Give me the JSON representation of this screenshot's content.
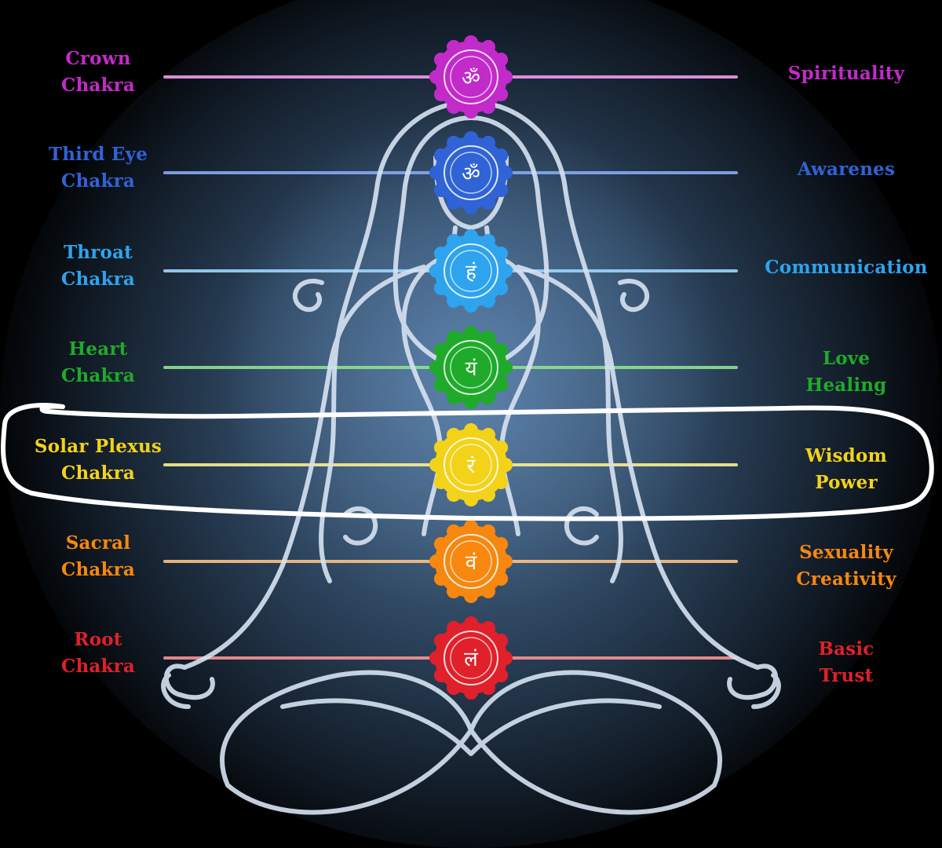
{
  "chakras": [
    {
      "left_label": [
        "Crown",
        "Chakra"
      ],
      "right_label": [
        "Spirituality"
      ],
      "color": "#c22ac9",
      "light": "#ef9af0",
      "glyph": "ॐ"
    },
    {
      "left_label": [
        "Third Eye",
        "Chakra"
      ],
      "right_label": [
        "Awarenes"
      ],
      "color": "#2f63d6",
      "light": "#8aa8f2",
      "glyph": "ॐ"
    },
    {
      "left_label": [
        "Throat",
        "Chakra"
      ],
      "right_label": [
        "Communication"
      ],
      "color": "#2ea3ee",
      "light": "#9fd6fb",
      "glyph": "हं"
    },
    {
      "left_label": [
        "Heart",
        "Chakra"
      ],
      "right_label": [
        "Love",
        "Healing"
      ],
      "color": "#1faa2b",
      "light": "#8fe08f",
      "glyph": "यं"
    },
    {
      "left_label": [
        "Solar Plexus",
        "Chakra"
      ],
      "right_label": [
        "Wisdom",
        "Power"
      ],
      "color": "#f3d21a",
      "light": "#fbef8e",
      "glyph": "रं"
    },
    {
      "left_label": [
        "Sacral",
        "Chakra"
      ],
      "right_label": [
        "Sexuality",
        "Creativity"
      ],
      "color": "#f7870f",
      "light": "#fcc183",
      "glyph": "वं"
    },
    {
      "left_label": [
        "Root",
        "Chakra"
      ],
      "right_label": [
        "Basic",
        "Trust"
      ],
      "color": "#e0202a",
      "light": "#f59393",
      "glyph": "लं"
    }
  ],
  "highlight": {
    "chakra": "Solar Plexus",
    "stroke": "#ffffff"
  }
}
